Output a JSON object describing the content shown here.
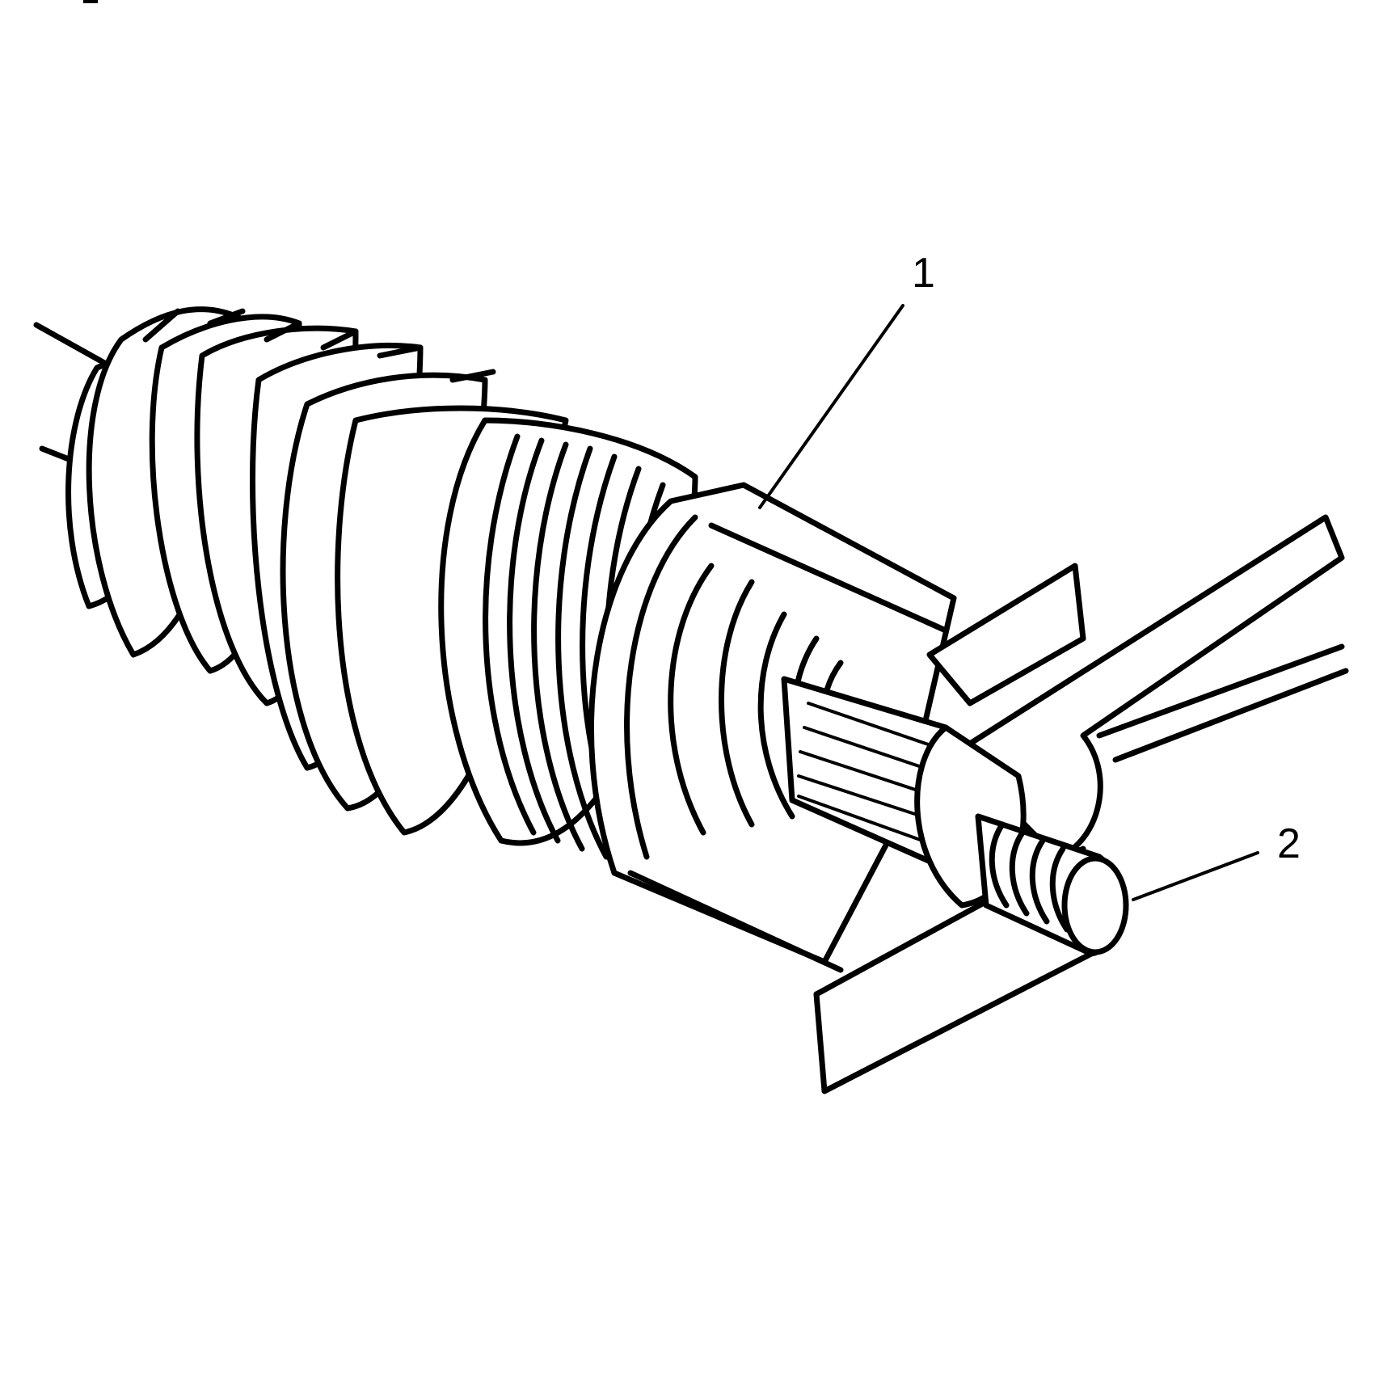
{
  "figure": {
    "type": "technical-line-illustration",
    "subject": "steering rack boot and inner tie rod with wrench",
    "background": "#ffffff",
    "line_color": "#000000"
  },
  "callouts": [
    {
      "id": "1",
      "label": "1",
      "target": "boot clamp / housing end"
    },
    {
      "id": "2",
      "label": "2",
      "target": "threaded tie rod end"
    }
  ],
  "corner_mark": "—"
}
